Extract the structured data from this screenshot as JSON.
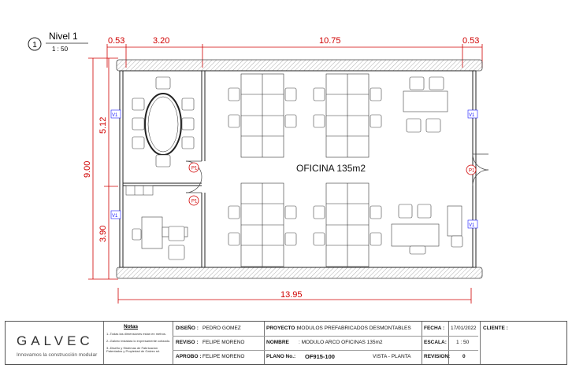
{
  "view": {
    "number": "1",
    "title": "Nivel 1",
    "scale": "1 : 50"
  },
  "dimensions": {
    "top": [
      "0.53",
      "3.20",
      "10.75",
      "0.53"
    ],
    "left_total": "9.00",
    "left_upper": "5.12",
    "left_lower": "3.90",
    "bottom": "13.95"
  },
  "room_label": "OFICINA 135m2",
  "tags": {
    "window": "V1",
    "door": "P1"
  },
  "colors": {
    "dimension": "#d00000",
    "tag": "#1a1aff",
    "door_tag": "#d00000"
  },
  "title_block": {
    "logo": "GALVEC",
    "tagline": "Innovamos la construcción modular",
    "notes_title": "Notas",
    "notes": [
      "1.-Todas las dimensiones estan en metros.",
      "2.-Galvec instalara lo expresamente cotizado.",
      "3.-Diseño y Sistemas de Fabricacion Patentados y Propiedad de Galvec srl."
    ],
    "disenio_label": "DISEÑO :",
    "disenio": "PEDRO GOMEZ",
    "reviso_label": "REVISO :",
    "reviso": "FELIPE MORENO",
    "aprobo_label": "APROBO :",
    "aprobo": "FELIPE MORENO",
    "proyecto_label": "PROYECTO :",
    "proyecto": "MODULOS PREFABRICADOS DESMONTABLES",
    "nombre_label": "NOMBRE",
    "nombre": ": MODULO ARCO OFICINAS 135m2",
    "plano_label": "PLANO No.:",
    "plano": "OF915-100",
    "vista": "VISTA - PLANTA",
    "fecha_label": "FECHA :",
    "fecha": "17/01/2022",
    "escala_label": "ESCALA:",
    "escala": "1 : 50",
    "revision_label": "REVISION:",
    "revision": "0",
    "cliente_label": "CLIENTE :"
  }
}
